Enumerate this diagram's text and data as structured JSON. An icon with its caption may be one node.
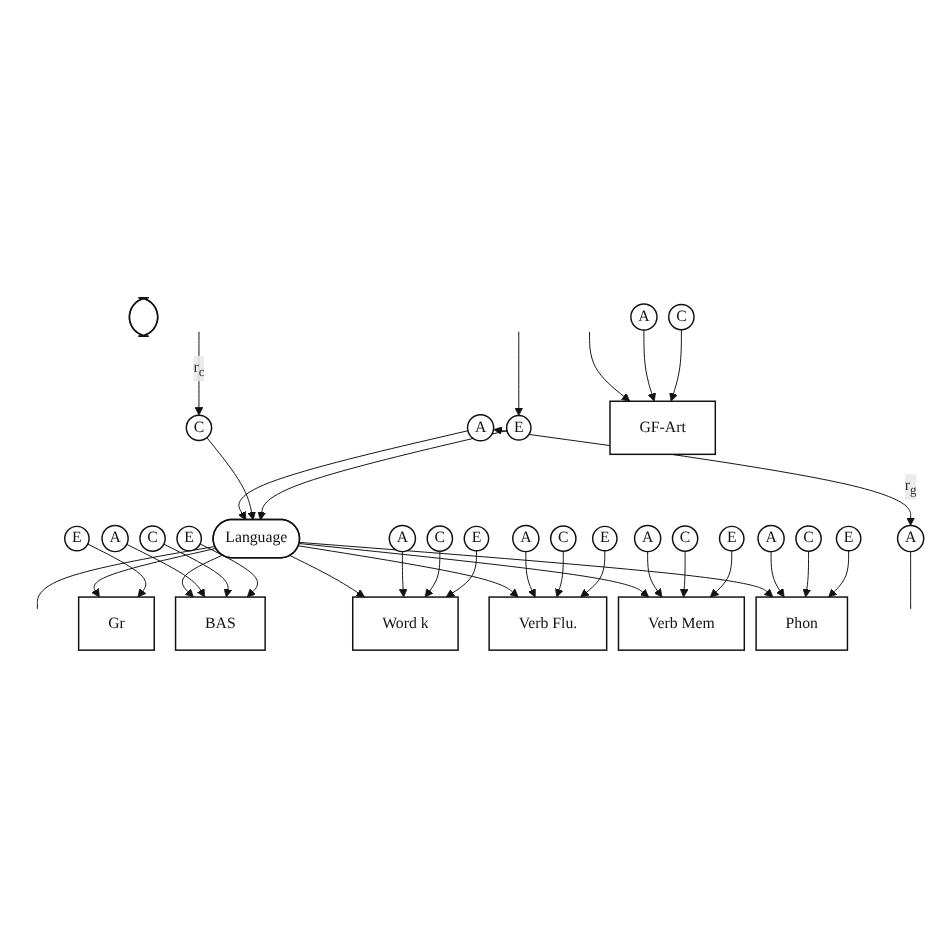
{
  "diagram": {
    "nodes": [
      {
        "text": [
          "A"
        ]
      },
      {
        "text": [
          "C"
        ]
      },
      {
        "text": [
          "E"
        ]
      },
      {
        "text": [
          "A"
        ]
      },
      {
        "text": [
          "Language"
        ]
      },
      {
        "text": [],
        "shape": "ellipse"
      },
      {
        "text": [
          "Gr"
        ]
      },
      {
        "text": [
          "BAS"
        ]
      },
      {
        "text": [
          "Word k"
        ]
      },
      {
        "text": [
          "Verb Flu."
        ]
      },
      {
        "text": [
          "Verb Mem"
        ]
      },
      {
        "text": [
          "Phon"
        ]
      },
      {
        "text": [
          "GF-Art"
        ]
      },
      {
        "text": [
          "E"
        ]
      },
      {
        "text": [
          "A"
        ]
      },
      {
        "text": [
          "C"
        ]
      },
      {
        "text": [
          "E"
        ]
      },
      {
        "text": [
          "A"
        ]
      },
      {
        "text": [
          "C"
        ]
      },
      {
        "text": [
          "E"
        ]
      },
      {
        "text": [
          "A"
        ]
      },
      {
        "text": [
          "C"
        ]
      },
      {
        "text": [
          "E"
        ]
      },
      {
        "text": [
          "A"
        ]
      },
      {
        "text": [
          "C"
        ]
      },
      {
        "text": [
          "E"
        ]
      },
      {
        "text": [
          "A"
        ]
      },
      {
        "text": [
          "C"
        ]
      },
      {
        "text": [
          "E"
        ]
      },
      {
        "text": [
          "A"
        ]
      },
      {
        "text": [
          "C"
        ]
      }
    ],
    "edges": [
      {
        "from": 0,
        "to": 3,
        "arrow": "both",
        "label": "r$_{g}$"
      },
      {
        "from": null,
        "to": 1,
        "arrow": "to",
        "label": "r$_{c}$"
      },
      {
        "from": null,
        "to": 2,
        "arrow": "to"
      },
      {
        "from": 0,
        "to": 4,
        "arrow": "to"
      },
      {
        "from": 1,
        "to": 4,
        "arrow": "to"
      },
      {
        "from": 2,
        "to": 4,
        "arrow": "to"
      },
      {
        "from": 3,
        "to": null,
        "arrow": "none"
      },
      {
        "from": 4,
        "to": null,
        "arrow": "none"
      },
      {
        "from": 4,
        "to": 6,
        "arrow": "to"
      },
      {
        "from": 4,
        "to": 7,
        "arrow": "to"
      },
      {
        "from": 4,
        "to": 8,
        "arrow": "to"
      },
      {
        "from": 4,
        "to": 9,
        "arrow": "to"
      },
      {
        "from": 4,
        "to": 10,
        "arrow": "to"
      },
      {
        "from": 4,
        "to": 11,
        "arrow": "to"
      },
      {
        "from": null,
        "to": 12,
        "arrow": "to"
      },
      {
        "from": 13,
        "to": 6,
        "arrow": "to"
      },
      {
        "from": 14,
        "to": 7,
        "arrow": "to"
      },
      {
        "from": 15,
        "to": 7,
        "arrow": "to"
      },
      {
        "from": 16,
        "to": 7,
        "arrow": "to"
      },
      {
        "from": 17,
        "to": 8,
        "arrow": "to"
      },
      {
        "from": 18,
        "to": 8,
        "arrow": "to"
      },
      {
        "from": 19,
        "to": 8,
        "arrow": "to"
      },
      {
        "from": 20,
        "to": 9,
        "arrow": "to"
      },
      {
        "from": 21,
        "to": 9,
        "arrow": "to"
      },
      {
        "from": 22,
        "to": 9,
        "arrow": "to"
      },
      {
        "from": 23,
        "to": 10,
        "arrow": "to"
      },
      {
        "from": 24,
        "to": 10,
        "arrow": "to"
      },
      {
        "from": 25,
        "to": 10,
        "arrow": "to"
      },
      {
        "from": 26,
        "to": 11,
        "arrow": "to"
      },
      {
        "from": 27,
        "to": 11,
        "arrow": "to"
      },
      {
        "from": 28,
        "to": 11,
        "arrow": "to"
      },
      {
        "from": 29,
        "to": 12,
        "arrow": "to"
      },
      {
        "from": 30,
        "to": 12,
        "arrow": "to"
      }
    ]
  }
}
